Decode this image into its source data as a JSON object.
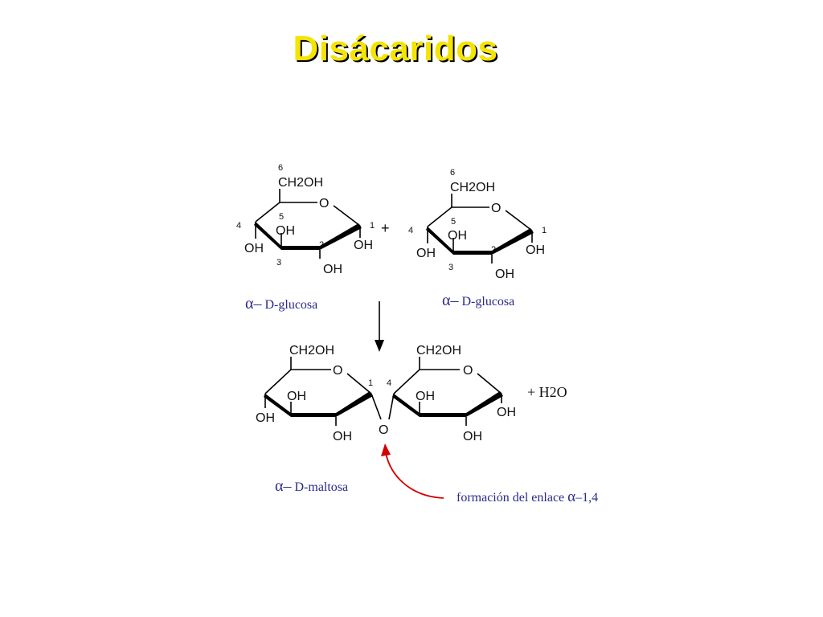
{
  "title": "Disácaridos",
  "molecule1": {
    "carbons": {
      "c1": "1",
      "c2": "2",
      "c3": "3",
      "c4": "4",
      "c5": "5",
      "c6": "6"
    },
    "ring_o": "O",
    "ch2oh": "CH2OH",
    "oh_c4": "OH",
    "oh_c3": "OH",
    "oh_c2": "OH",
    "oh_c1": "OH"
  },
  "molecule2": {
    "carbons": {
      "c1": "1",
      "c2": "2",
      "c3": "3",
      "c4": "4",
      "c5": "5",
      "c6": "6"
    },
    "ring_o": "O",
    "ch2oh": "CH2OH",
    "oh_c4": "OH",
    "oh_c3": "OH",
    "oh_c2": "OH",
    "oh_c1": "OH"
  },
  "plus": "+",
  "glucosa_label_1": {
    "alpha": "α–",
    "name": "D-glucosa"
  },
  "glucosa_label_2": {
    "alpha": "α–",
    "name": "D-glucosa"
  },
  "maltose": {
    "left_ch2oh": "CH2OH",
    "left_ring_o": "O",
    "left_oh_c3": "OH",
    "left_oh_c4": "OH",
    "left_oh_c2": "OH",
    "c1_label": "1",
    "c4_label": "4",
    "bridge_o": "O",
    "right_ch2oh": "CH2OH",
    "right_ring_o": "O",
    "right_oh_c3": "OH",
    "right_oh_c2": "OH",
    "right_oh_c1": "OH",
    "water": "+ H2O"
  },
  "maltosa_label": {
    "alpha": "α–",
    "name": "D-maltosa"
  },
  "enlace_note": {
    "text": "formación del enlace ",
    "alpha": "α",
    "bond": "–1,4"
  },
  "colors": {
    "title": "#f5e400",
    "label": "#2a2a8c",
    "arrow": "#d40000",
    "bond": "#000000"
  }
}
